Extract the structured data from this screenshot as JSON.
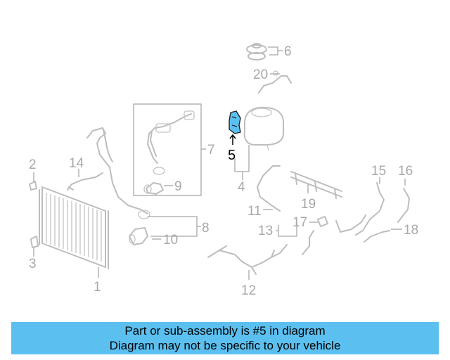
{
  "callouts": {
    "c1": "1",
    "c2": "2",
    "c3": "3",
    "c4": "4",
    "c5": "5",
    "c6": "6",
    "c7": "7",
    "c8": "8",
    "c9": "9",
    "c10": "10",
    "c11": "11",
    "c12": "12",
    "c13": "13",
    "c14": "14",
    "c15": "15",
    "c16": "16",
    "c17": "17",
    "c18": "18",
    "c19": "19",
    "c20": "20"
  },
  "highlighted_part": "5",
  "colors": {
    "highlight": "#5bc0f0",
    "outline": "#bdbdbd",
    "label": "#a8a8a8"
  },
  "banner": {
    "line1": "Part or sub-assembly is #5 in diagram",
    "line2": "Diagram may not be specific to your vehicle"
  }
}
